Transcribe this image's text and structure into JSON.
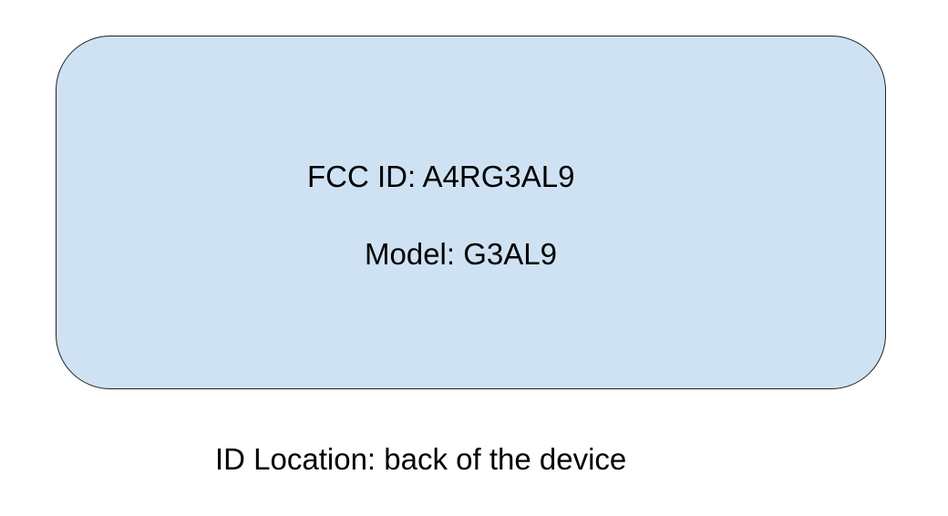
{
  "label": {
    "fcc_id": "FCC ID: A4RG3AL9",
    "model": "Model: G3AL9",
    "fill_color": "#cfe2f3"
  },
  "caption": "ID Location: back of the device"
}
